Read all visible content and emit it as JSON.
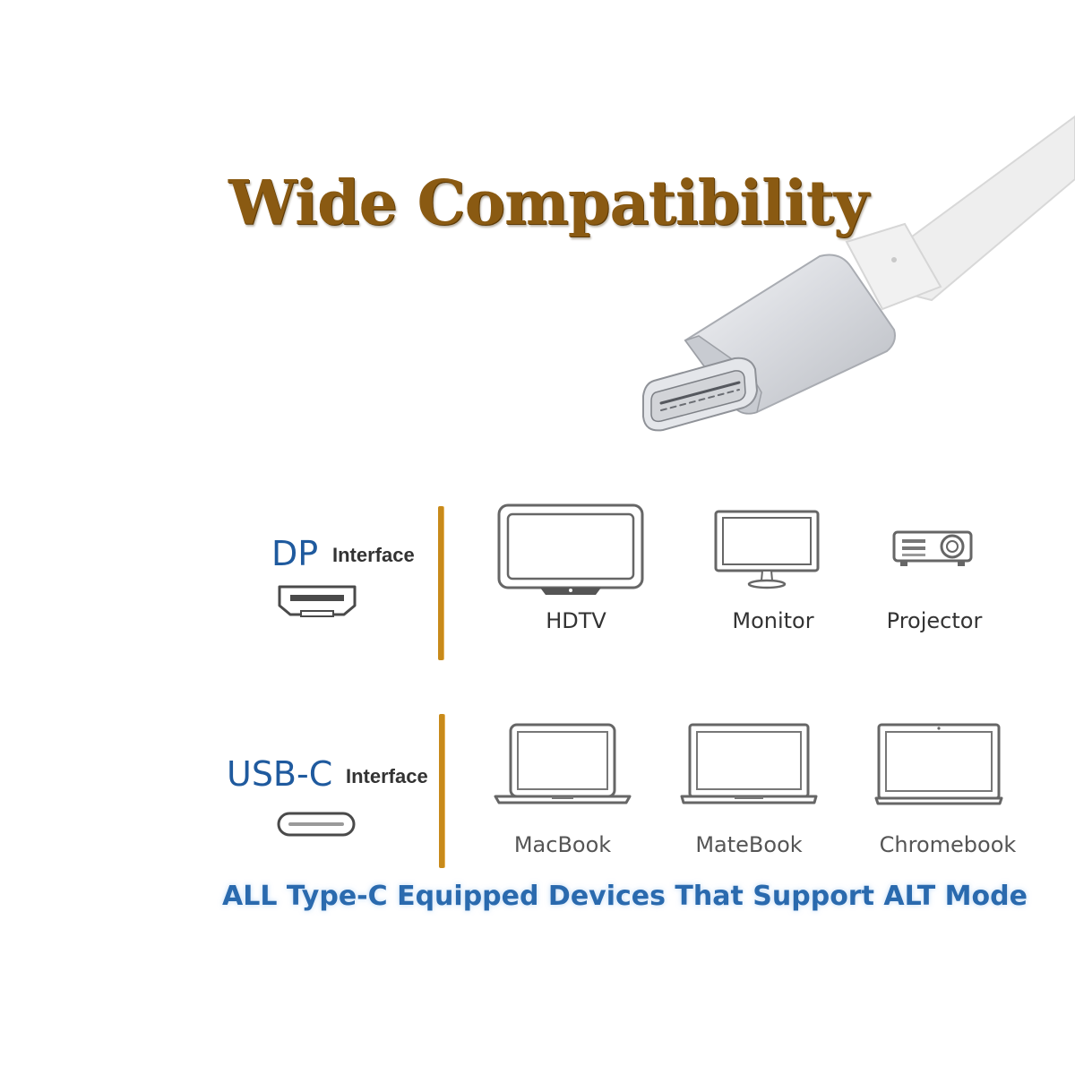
{
  "title": "Wide Compatibility",
  "dp_section": {
    "interface_name": "DP",
    "interface_word": "Interface",
    "port_icon": "displayport-port-icon",
    "devices": [
      {
        "label": "HDTV",
        "icon": "tv-icon"
      },
      {
        "label": "Monitor",
        "icon": "monitor-icon"
      },
      {
        "label": "Projector",
        "icon": "projector-icon"
      }
    ]
  },
  "usbc_section": {
    "interface_name": "USB-C",
    "interface_word": "Interface",
    "port_icon": "usb-c-port-icon",
    "devices": [
      {
        "label": "MacBook",
        "icon": "laptop-icon"
      },
      {
        "label": "MateBook",
        "icon": "laptop-icon"
      },
      {
        "label": "Chromebook",
        "icon": "laptop-icon"
      }
    ]
  },
  "footer": "ALL Type-C Equipped Devices That Support ALT Mode",
  "colors": {
    "title": "#8a5a12",
    "interface_name": "#1f5a9e",
    "divider": "#c88a1a",
    "footer": "#2a6aae"
  }
}
